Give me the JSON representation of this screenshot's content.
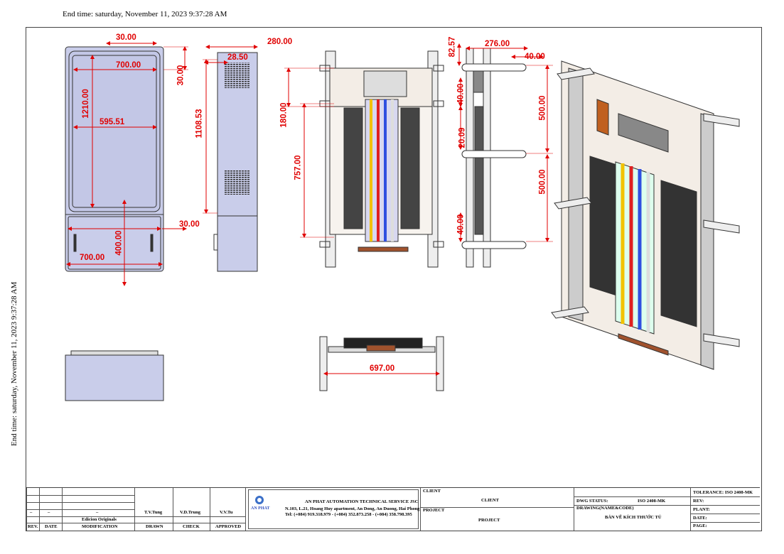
{
  "header": {
    "end_time": "End time: saturday, November 11, 2023 9:37:28 AM"
  },
  "side": {
    "end_time": "End time: saturday, November 11, 2023 9:37:28 AM"
  },
  "dimensions": {
    "d30_top": "30.00",
    "d700_top": "700.00",
    "d30_right": "30.00",
    "d1210": "1210.00",
    "d595": "595.51",
    "d30_mid": "30.00",
    "d400": "400.00",
    "d700_bot": "700.00",
    "d280": "280.00",
    "d28_50": "28.50",
    "d1108": "1108.53",
    "d180": "180.00",
    "d757": "757.00",
    "d82": "82.57",
    "d276": "276.00",
    "d40_top": "40.00",
    "d40_a": "40.00",
    "d20": "20.09",
    "d40_b": "40.00",
    "d500_a": "500.00",
    "d500_b": "500.00",
    "d697": "697.00"
  },
  "title_block": {
    "rev_dash": "–",
    "date_dash": "–",
    "mod_dash": "–",
    "mod_text": "Edicion Originals",
    "col_rev": "REV.",
    "col_date": "DATE",
    "col_mod": "MODIFICATION",
    "drawn_name": "T.V.Tung",
    "check_name": "V.D.Trung",
    "approved_name": "V.V.Tu",
    "drawn": "DRAWN",
    "check": "CHECK",
    "approved": "APPROVED",
    "logo_text": "AN PHAT",
    "company": "AN PHAT AUTOMATION TECHNICAL SERVICE JSC",
    "address": "N.103, L.21, Hoang Huy apartment, An Dong, An Duong, Hai Phong",
    "tel": "Tel: (+084) 919.318.979 - (+084) 352.873.258 - (+084) 358.798.395",
    "client_label": "CLIENT",
    "client_value": "CLIENT",
    "project_label": "PROJECT",
    "project_value": "PROJECT",
    "dwg_status_label": "DWG STATUS:",
    "dwg_status_value": "ISO 2408-MK",
    "drawing_label": "DRAWING(NAME&CODE)",
    "drawing_value": "BẢN VẼ KÍCH THƯỚC TỦ",
    "tolerance": "TOLERANCE:  ISO 2408-MK",
    "rev": "REV:",
    "plant": "PLANT:",
    "date": "DATE:",
    "page": "PAGE:"
  },
  "colors": {
    "dimension": "#e00000",
    "cabinet_fill": "#c9cdea",
    "outline": "#333333"
  }
}
